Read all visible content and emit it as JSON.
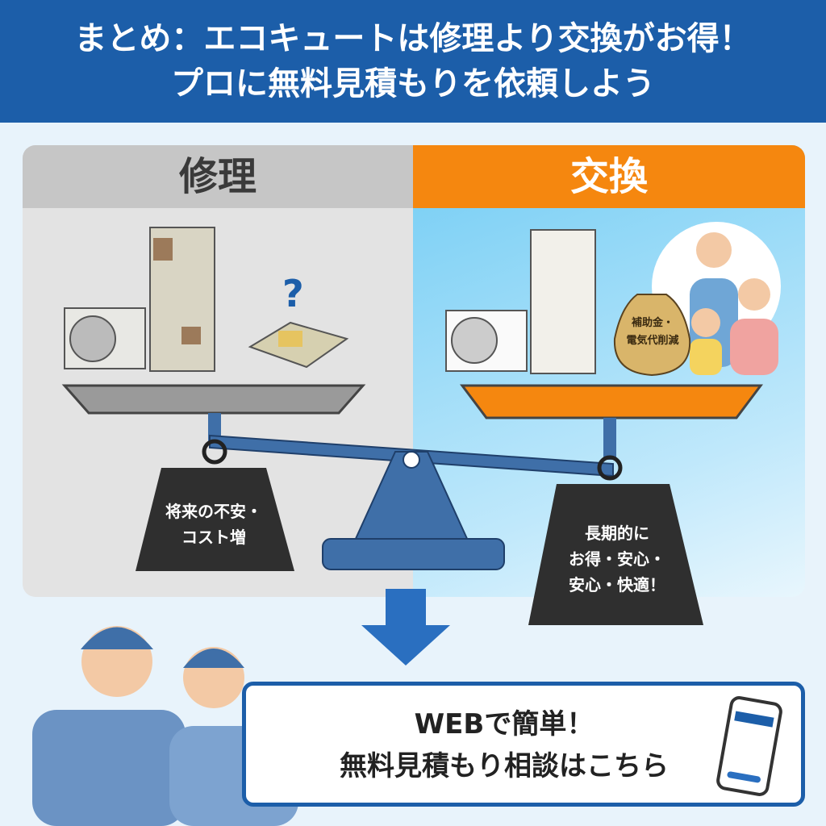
{
  "header": {
    "line1": "まとめ：エコキュートは修理より交換がお得！",
    "line2": "プロに無料見積もりを依頼しよう"
  },
  "left": {
    "title": "修理",
    "weight_line1": "将来の不安・",
    "weight_line2": "コスト増",
    "question": "?"
  },
  "right": {
    "title": "交換",
    "bag_line1": "補助金・",
    "bag_line2": "電気代削減",
    "weight_line1": "長期的に",
    "weight_line2": "お得・安心・",
    "weight_line3": "安心・快適！"
  },
  "cta": {
    "line1": "WEBで簡単！",
    "line2": "無料見積もり相談はこちら"
  },
  "colors": {
    "header": "#1c5ea9",
    "repair": "#c6c6c6",
    "replace": "#f5870f",
    "scale": "#3f6fa8"
  }
}
